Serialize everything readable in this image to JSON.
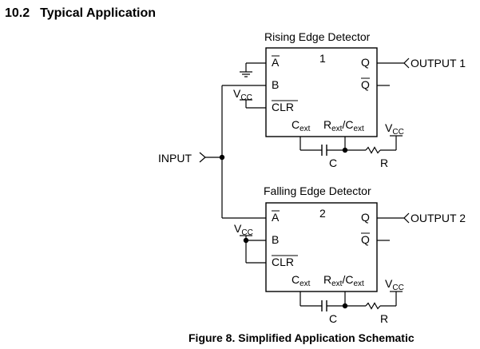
{
  "section": {
    "number": "10.2",
    "title": "Typical Application"
  },
  "caption": "Figure 8.  Simplified Application Schematic",
  "input_label": "INPUT",
  "detectors": [
    {
      "title": "Rising Edge Detector",
      "number": "1",
      "output": "OUTPUT 1",
      "pins": {
        "a_bar": "A",
        "b": "B",
        "clr_bar": "CLR",
        "q": "Q",
        "q_bar": "Q",
        "cext_main": "C",
        "cext_sub": "ext",
        "rext_main": "R",
        "rext_sub": "ext",
        "rext_tail_main": "/C",
        "rext_tail_sub": "ext"
      },
      "vcc_clr": {
        "main": "V",
        "sub": "CC"
      },
      "vcc_r": {
        "main": "V",
        "sub": "CC"
      },
      "cap_label": "C",
      "res_label": "R"
    },
    {
      "title": "Falling Edge Detector",
      "number": "2",
      "output": "OUTPUT 2",
      "pins": {
        "a_bar": "A",
        "b": "B",
        "clr_bar": "CLR",
        "q": "Q",
        "q_bar": "Q",
        "cext_main": "C",
        "cext_sub": "ext",
        "rext_main": "R",
        "rext_sub": "ext",
        "rext_tail_main": "/C",
        "rext_tail_sub": "ext"
      },
      "vcc_b": {
        "main": "V",
        "sub": "CC"
      },
      "vcc_r": {
        "main": "V",
        "sub": "CC"
      },
      "cap_label": "C",
      "res_label": "R"
    }
  ]
}
